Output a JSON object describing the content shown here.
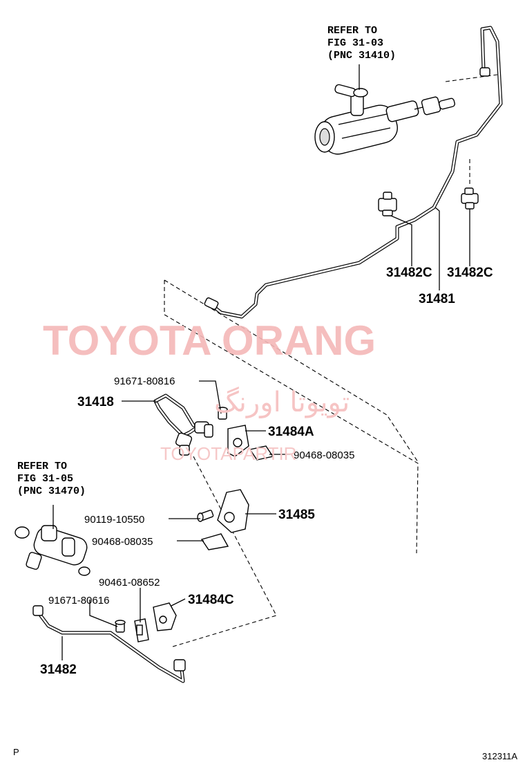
{
  "refs": {
    "top": {
      "l1": "REFER TO",
      "l2": "FIG 31-03",
      "l3": "(PNC 31410)"
    },
    "left": {
      "l1": "REFER TO",
      "l2": "FIG 31-05",
      "l3": "(PNC 31470)"
    }
  },
  "labels": {
    "p31482c_a": "31482C",
    "p31482c_b": "31482C",
    "p31481": "31481",
    "p91671_80816": "91671-80816",
    "p31418": "31418",
    "p31484a": "31484A",
    "p90468_08035_a": "90468-08035",
    "p90119_10550": "90119-10550",
    "p31485": "31485",
    "p90468_08035_b": "90468-08035",
    "p90461_08652": "90461-08652",
    "p31484c": "31484C",
    "p91671_80616": "91671-80616",
    "p31482": "31482"
  },
  "watermark": {
    "main": "TOYOTA ORANG",
    "arabic": "تويوتا اورنگ",
    "sub": "TOYOTAPARTIR"
  },
  "footer": {
    "left": "P",
    "right": "312311A"
  }
}
